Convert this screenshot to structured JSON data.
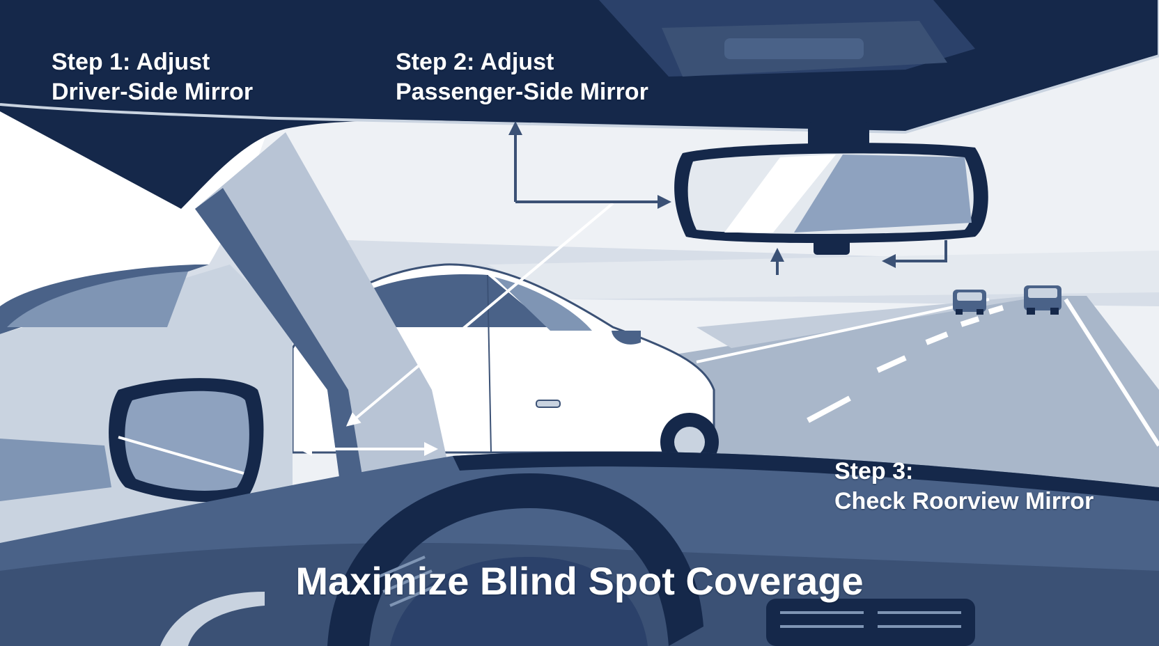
{
  "steps": [
    {
      "line1": "Step 1: Adjust",
      "line2": "Driver-Side Mirror"
    },
    {
      "line1": "Step 2: Adjust",
      "line2": "Passenger-Side Mirror"
    },
    {
      "line1": "Step 3:",
      "line2": "Check Roorview Mirror"
    }
  ],
  "title": "Maximize Blind Spot Coverage",
  "colors": {
    "navy": "#15284a",
    "slate": "#4a6288",
    "steel": "#7f95b4",
    "mist": "#c9d3e0",
    "sky": "#eef1f5",
    "white": "#ffffff"
  },
  "icons": [
    "arrow-icon"
  ]
}
